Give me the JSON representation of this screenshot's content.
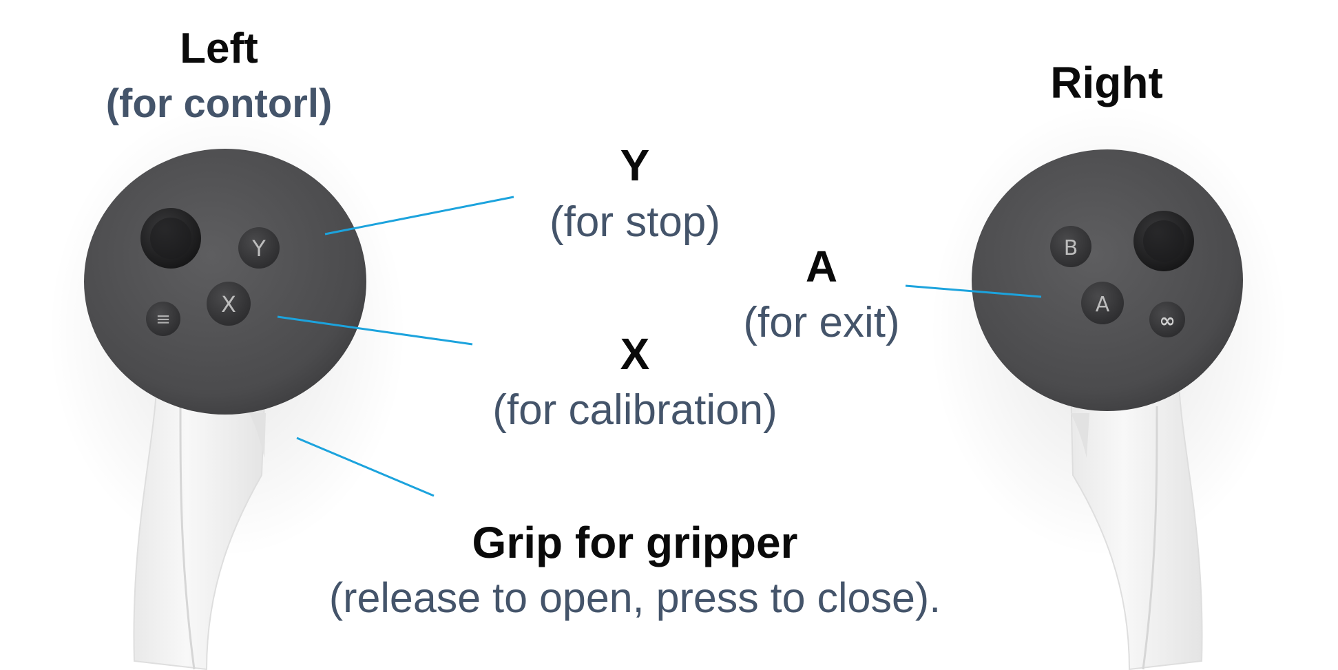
{
  "left_controller": {
    "title": "Left",
    "subtitle": "(for contorl)",
    "buttons": {
      "y": "Y",
      "x": "X",
      "menu": "≡"
    }
  },
  "right_controller": {
    "title": "Right",
    "buttons": {
      "b": "B",
      "a": "A",
      "meta": "∞"
    }
  },
  "callouts": {
    "y": {
      "title": "Y",
      "desc": "(for stop)"
    },
    "x": {
      "title": "X",
      "desc": "(for calibration)"
    },
    "a": {
      "title": "A",
      "desc": "(for exit)"
    },
    "grip": {
      "title": "Grip for gripper",
      "desc": "(release to open, press to close)."
    }
  },
  "colors": {
    "leader_line": "#1ca3dd",
    "controller_face": "#545456",
    "controller_handle": "#f4f4f4",
    "label_dark": "#0a0a0a",
    "label_muted": "#44546a"
  }
}
